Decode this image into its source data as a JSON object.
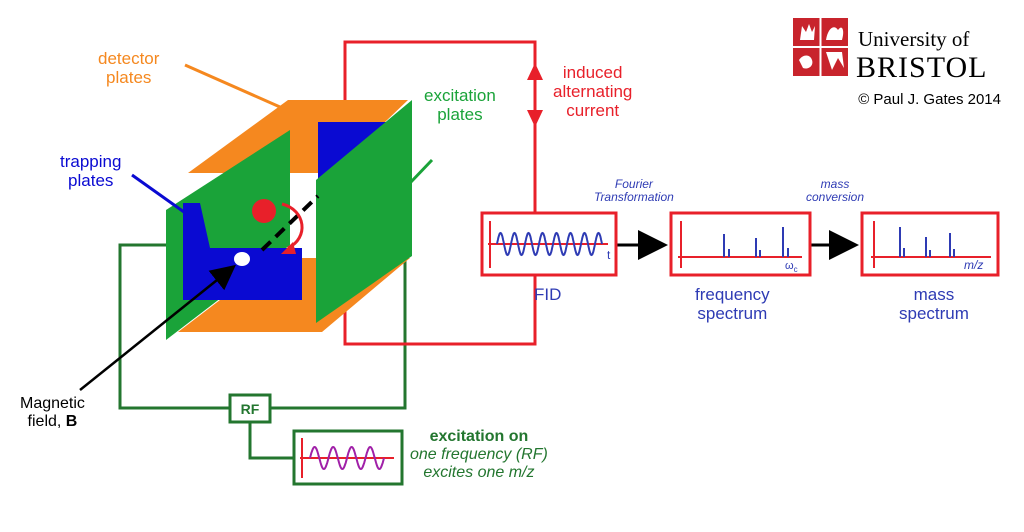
{
  "labels": {
    "detector": [
      "detector",
      "plates"
    ],
    "excitation_plates": [
      "excitation",
      "plates"
    ],
    "trapping": [
      "trapping",
      "plates"
    ],
    "induced": [
      "induced",
      "alternating",
      "current"
    ],
    "magnetic": {
      "line1": "Magnetic",
      "line2_prefix": "field, ",
      "line2_bold": "B"
    },
    "rf": "RF",
    "excitation_note": {
      "title": "excitation on",
      "line2": "one frequency (RF)",
      "line3": "excites one m/z"
    }
  },
  "process": {
    "step1": "Fourier",
    "step1b": "Transformation",
    "step2": "mass",
    "step2b": "conversion",
    "fid": "FID",
    "fid_axis": "t",
    "freq": [
      "frequency",
      "spectrum"
    ],
    "freq_axis": "ω",
    "freq_axis_sub": "c",
    "mass": [
      "mass",
      "spectrum"
    ],
    "mass_axis": "m/z"
  },
  "branding": {
    "university_line1": "University of",
    "university_line2": "BRISTOL",
    "copyright": "© Paul J. Gates 2014"
  },
  "colors": {
    "detector": "#f5881f",
    "excitation": "#1aa339",
    "trapping": "#0a0ad2",
    "current": "#e8202a",
    "rf_circuit": "#23762f",
    "spectrum": "#2e3bb4",
    "rf_wave": "#a020a8",
    "logo": "#c8242c"
  }
}
